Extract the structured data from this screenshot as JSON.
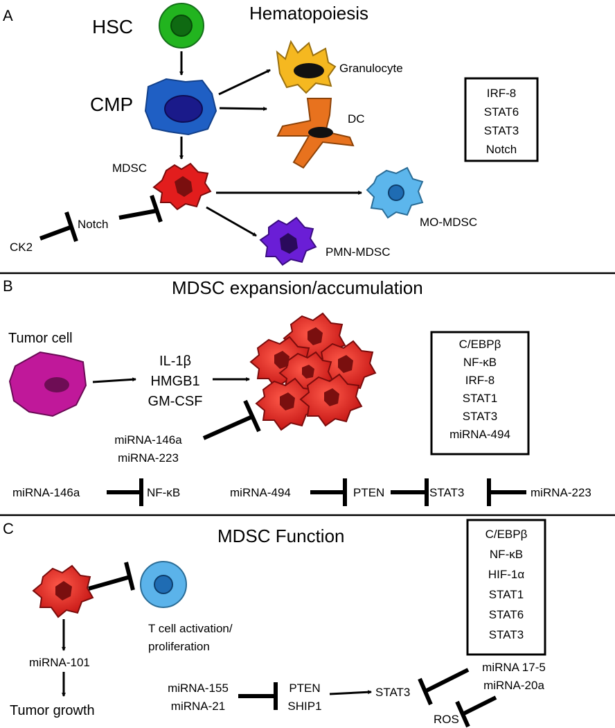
{
  "panel_a": {
    "letter": "A",
    "title": "Hematopoiesis",
    "hsc": "HSC",
    "cmp": "CMP",
    "granulocyte": "Granulocyte",
    "dc": "DC",
    "mdsc": "MDSC",
    "notch": "Notch",
    "ck2": "CK2",
    "mo_mdsc": "MO-MDSC",
    "pmn_mdsc": "PMN-MDSC",
    "box_items": [
      "IRF-8",
      "STAT6",
      "STAT3",
      "Notch"
    ]
  },
  "panel_b": {
    "letter": "B",
    "title": "MDSC expansion/accumulation",
    "tumor_cell": "Tumor cell",
    "factors": [
      "IL-1β",
      "HMGB1",
      "GM-CSF"
    ],
    "mirnas": [
      "miRNA-146a",
      "miRNA-223"
    ],
    "box_items": [
      "C/EBPβ",
      "NF-κB",
      "IRF-8",
      "STAT1",
      "STAT3",
      "miRNA-494"
    ],
    "pathway1": {
      "left": "miRNA-146a",
      "right": "NF-κB"
    },
    "pathway2": {
      "a": "miRNA-494",
      "b": "PTEN",
      "c": "STAT3",
      "d": "miRNA-223"
    }
  },
  "panel_c": {
    "letter": "C",
    "title": "MDSC Function",
    "tcell": [
      "T cell activation/",
      "proliferation"
    ],
    "mirna101": "miRNA-101",
    "tumor_growth": "Tumor growth",
    "mirna_left": [
      "miRNA-155",
      "miRNA-21"
    ],
    "pten_ship": [
      "PTEN",
      "SHIP1"
    ],
    "stat3": "STAT3",
    "mirna_right": [
      "miRNA 17-5",
      "miRNA-20a"
    ],
    "ros": "ROS",
    "box_items": [
      "C/EBPβ",
      "NF-κB",
      "HIF-1α",
      "STAT1",
      "STAT6",
      "STAT3"
    ]
  },
  "colors": {
    "hsc": "#22b41f",
    "cmp": "#1f5fc4",
    "granulocyte": "#f5b820",
    "dc": "#e8721e",
    "mdsc": "#e21d1d",
    "mo_mdsc": "#5cb6ec",
    "pmn_mdsc": "#6a1ed6",
    "tumor": "#c0189a",
    "tcell": "#5bb3ea"
  }
}
